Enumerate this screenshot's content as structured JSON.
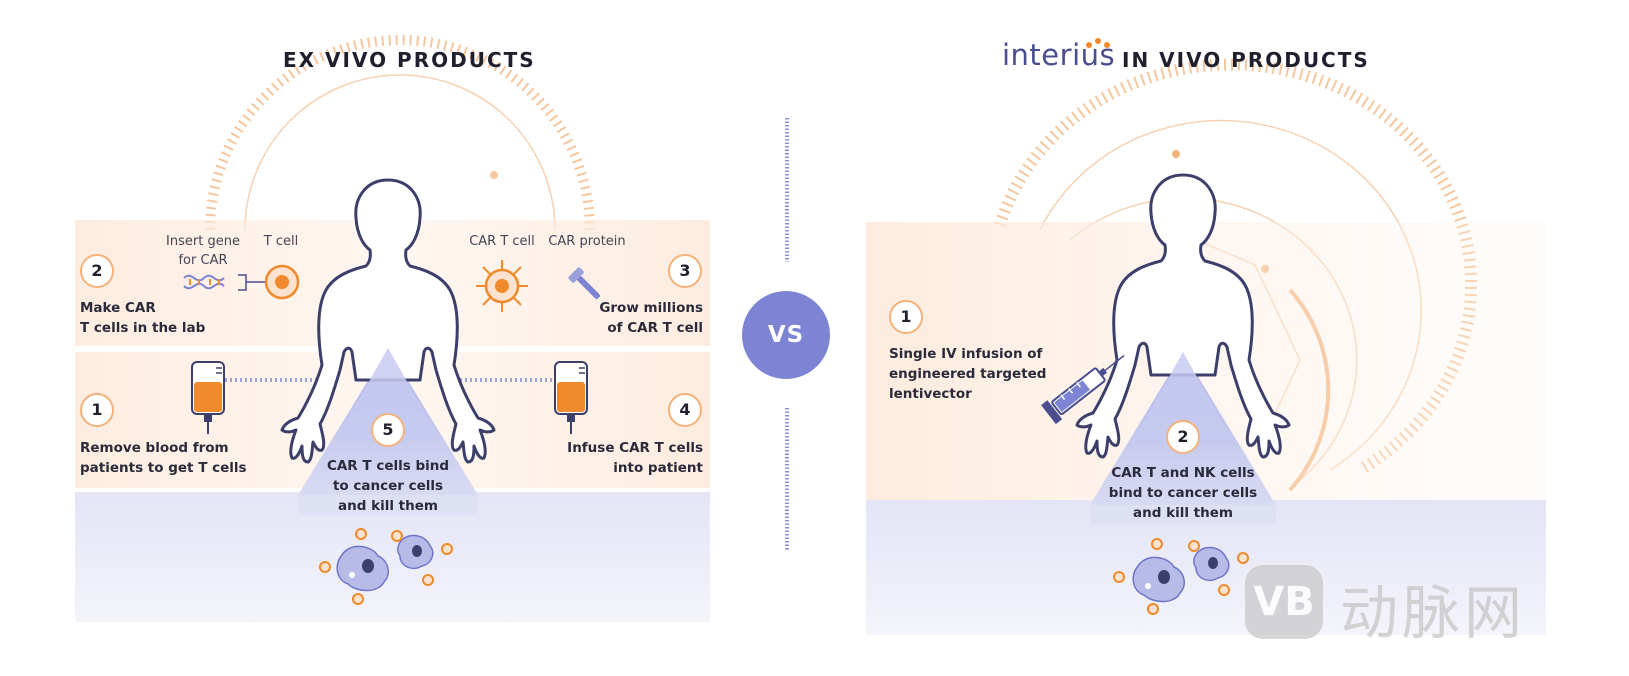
{
  "ex_vivo": {
    "title": "EX VIVO PRODUCTS",
    "steps": [
      {
        "num": "1",
        "label": "Remove blood from\npatients to get T cells"
      },
      {
        "num": "2",
        "label": "Make CAR\nT cells in the lab"
      },
      {
        "num": "3",
        "label": "Grow millions\nof CAR T cell"
      },
      {
        "num": "4",
        "label": "Infuse CAR T cells\ninto patient"
      },
      {
        "num": "5",
        "label": "CAR T cells bind\nto cancer cells\nand kill them"
      }
    ],
    "labels": {
      "insert_gene": "Insert gene\nfor CAR",
      "t_cell": "T cell",
      "car_t_cell": "CAR T cell",
      "car_protein": "CAR protein"
    }
  },
  "vs_label": "VS",
  "in_vivo": {
    "brand": "interius",
    "title": "IN VIVO PRODUCTS",
    "steps": [
      {
        "num": "1",
        "label": "Single IV infusion of\nengineered targeted\nlentivector"
      },
      {
        "num": "2",
        "label": "CAR T and NK cells\nbind to cancer cells\nand kill them"
      }
    ]
  },
  "watermark": {
    "text": "动脉网",
    "logo": "VB"
  },
  "colors": {
    "orange": "#f08a2c",
    "light_orange": "#f4b27a",
    "navy": "#3d3f6b",
    "lavender": "#7e84d4",
    "band_peach": "#fde9da",
    "band_lavender": "#e6e7f6"
  },
  "icons": [
    "dna-icon",
    "t-cell-icon",
    "car-t-cell-icon",
    "car-protein-icon",
    "blood-bag-icon",
    "syringe-icon",
    "cancer-cell-icon",
    "virus-icon",
    "human-silhouette-icon"
  ]
}
